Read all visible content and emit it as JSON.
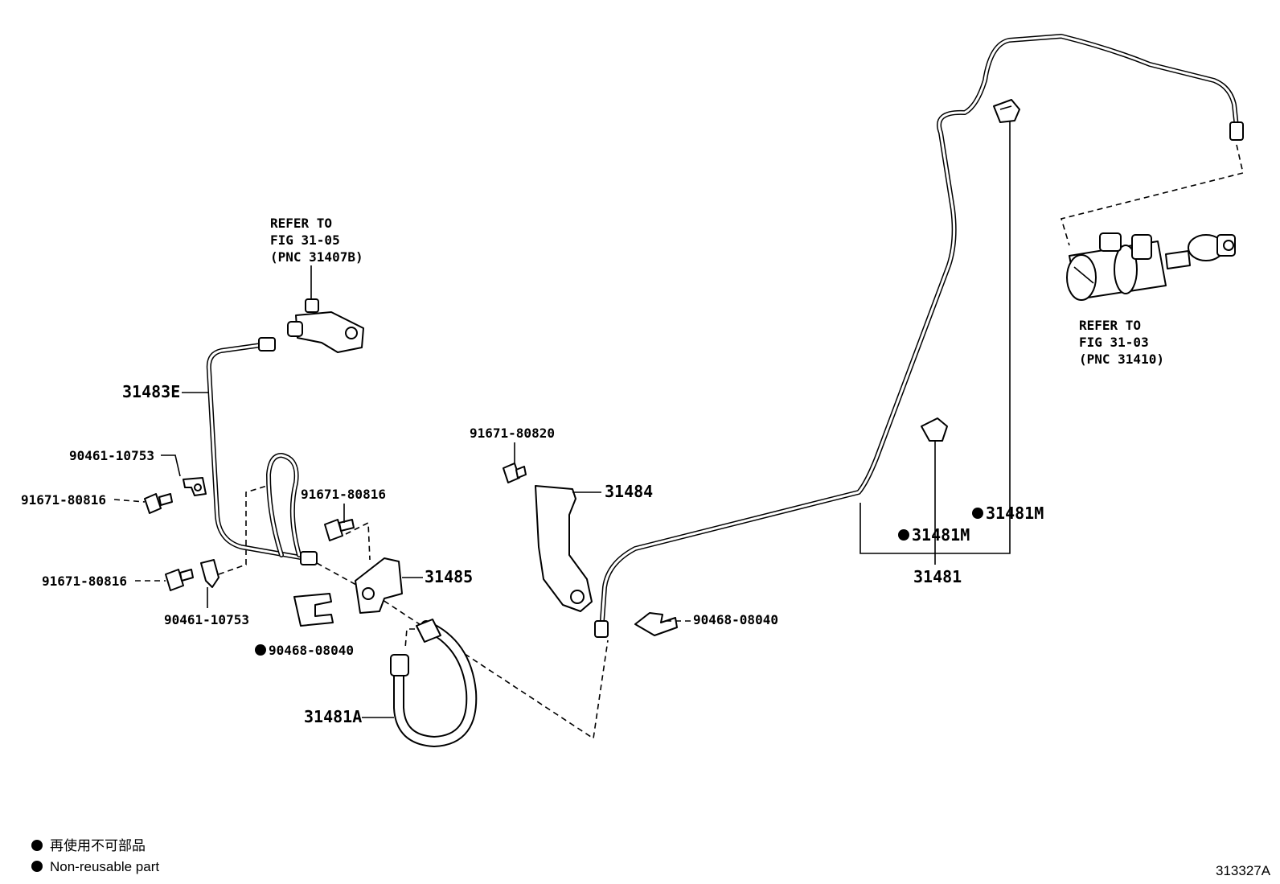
{
  "diagram_code": "313327A",
  "legend": {
    "line_ja": "再使用不可部品",
    "line_en": "Non-reusable part"
  },
  "refs": {
    "fig_31_05": [
      "REFER TO",
      "FIG 31-05",
      "(PNC 31407B)"
    ],
    "fig_31_03": [
      "REFER TO",
      "FIG 31-03",
      "(PNC 31410)"
    ]
  },
  "labels": {
    "p31483E": "31483E",
    "p90461_top": "90461-10753",
    "p91671_left": "91671-80816",
    "p91671_mid": "91671-80816",
    "p91671_lower": "91671-80816",
    "p90461_bottom": "90461-10753",
    "p31485": "31485",
    "p90468_left": "90468-08040",
    "p31481A": "31481A",
    "p91671_80820": "91671-80820",
    "p31484": "31484",
    "p90468_right": "90468-08040",
    "p31481M_a": "31481M",
    "p31481M_b": "31481M",
    "p31481": "31481"
  }
}
